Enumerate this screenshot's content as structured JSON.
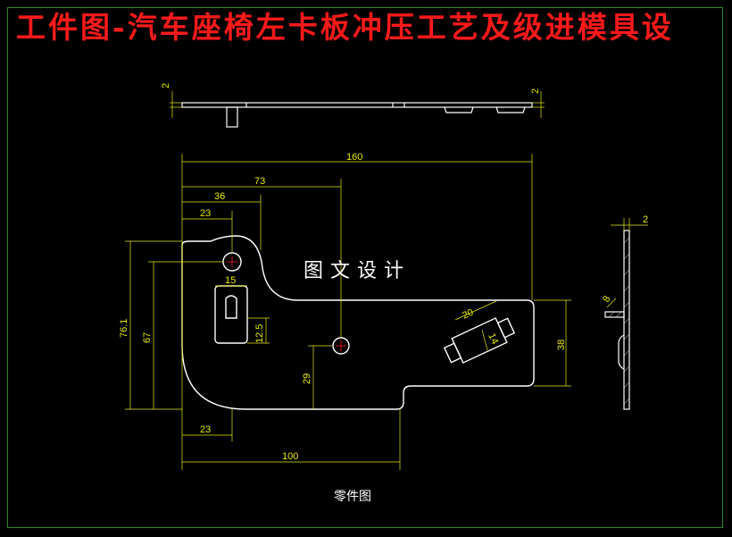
{
  "title": "工件图-汽车座椅左卡板冲压工艺及级进模具设",
  "watermark": "图文设计",
  "caption": "零件图",
  "dimensions": {
    "top_view_thickness_left": "2",
    "top_view_thickness_right": "2",
    "overall_length": "160",
    "hole_center_distance": "73",
    "slot_distance": "36",
    "left_hole_distance": "23",
    "slot_width": "15",
    "slot_height": "12.5",
    "total_height": "76.1",
    "height_67": "67",
    "hole_height": "29",
    "bottom_left": "23",
    "bottom_length": "100",
    "right_height": "38",
    "tab_width": "20",
    "tab_height": "14",
    "side_view_thickness": "2",
    "side_view_small": "8"
  },
  "colors": {
    "background": "#000000",
    "outline": "#ffffff",
    "dimension": "#e8e800",
    "center_mark": "#ff2020",
    "title": "#ff1a1a",
    "frame": "#2a8a2a"
  }
}
